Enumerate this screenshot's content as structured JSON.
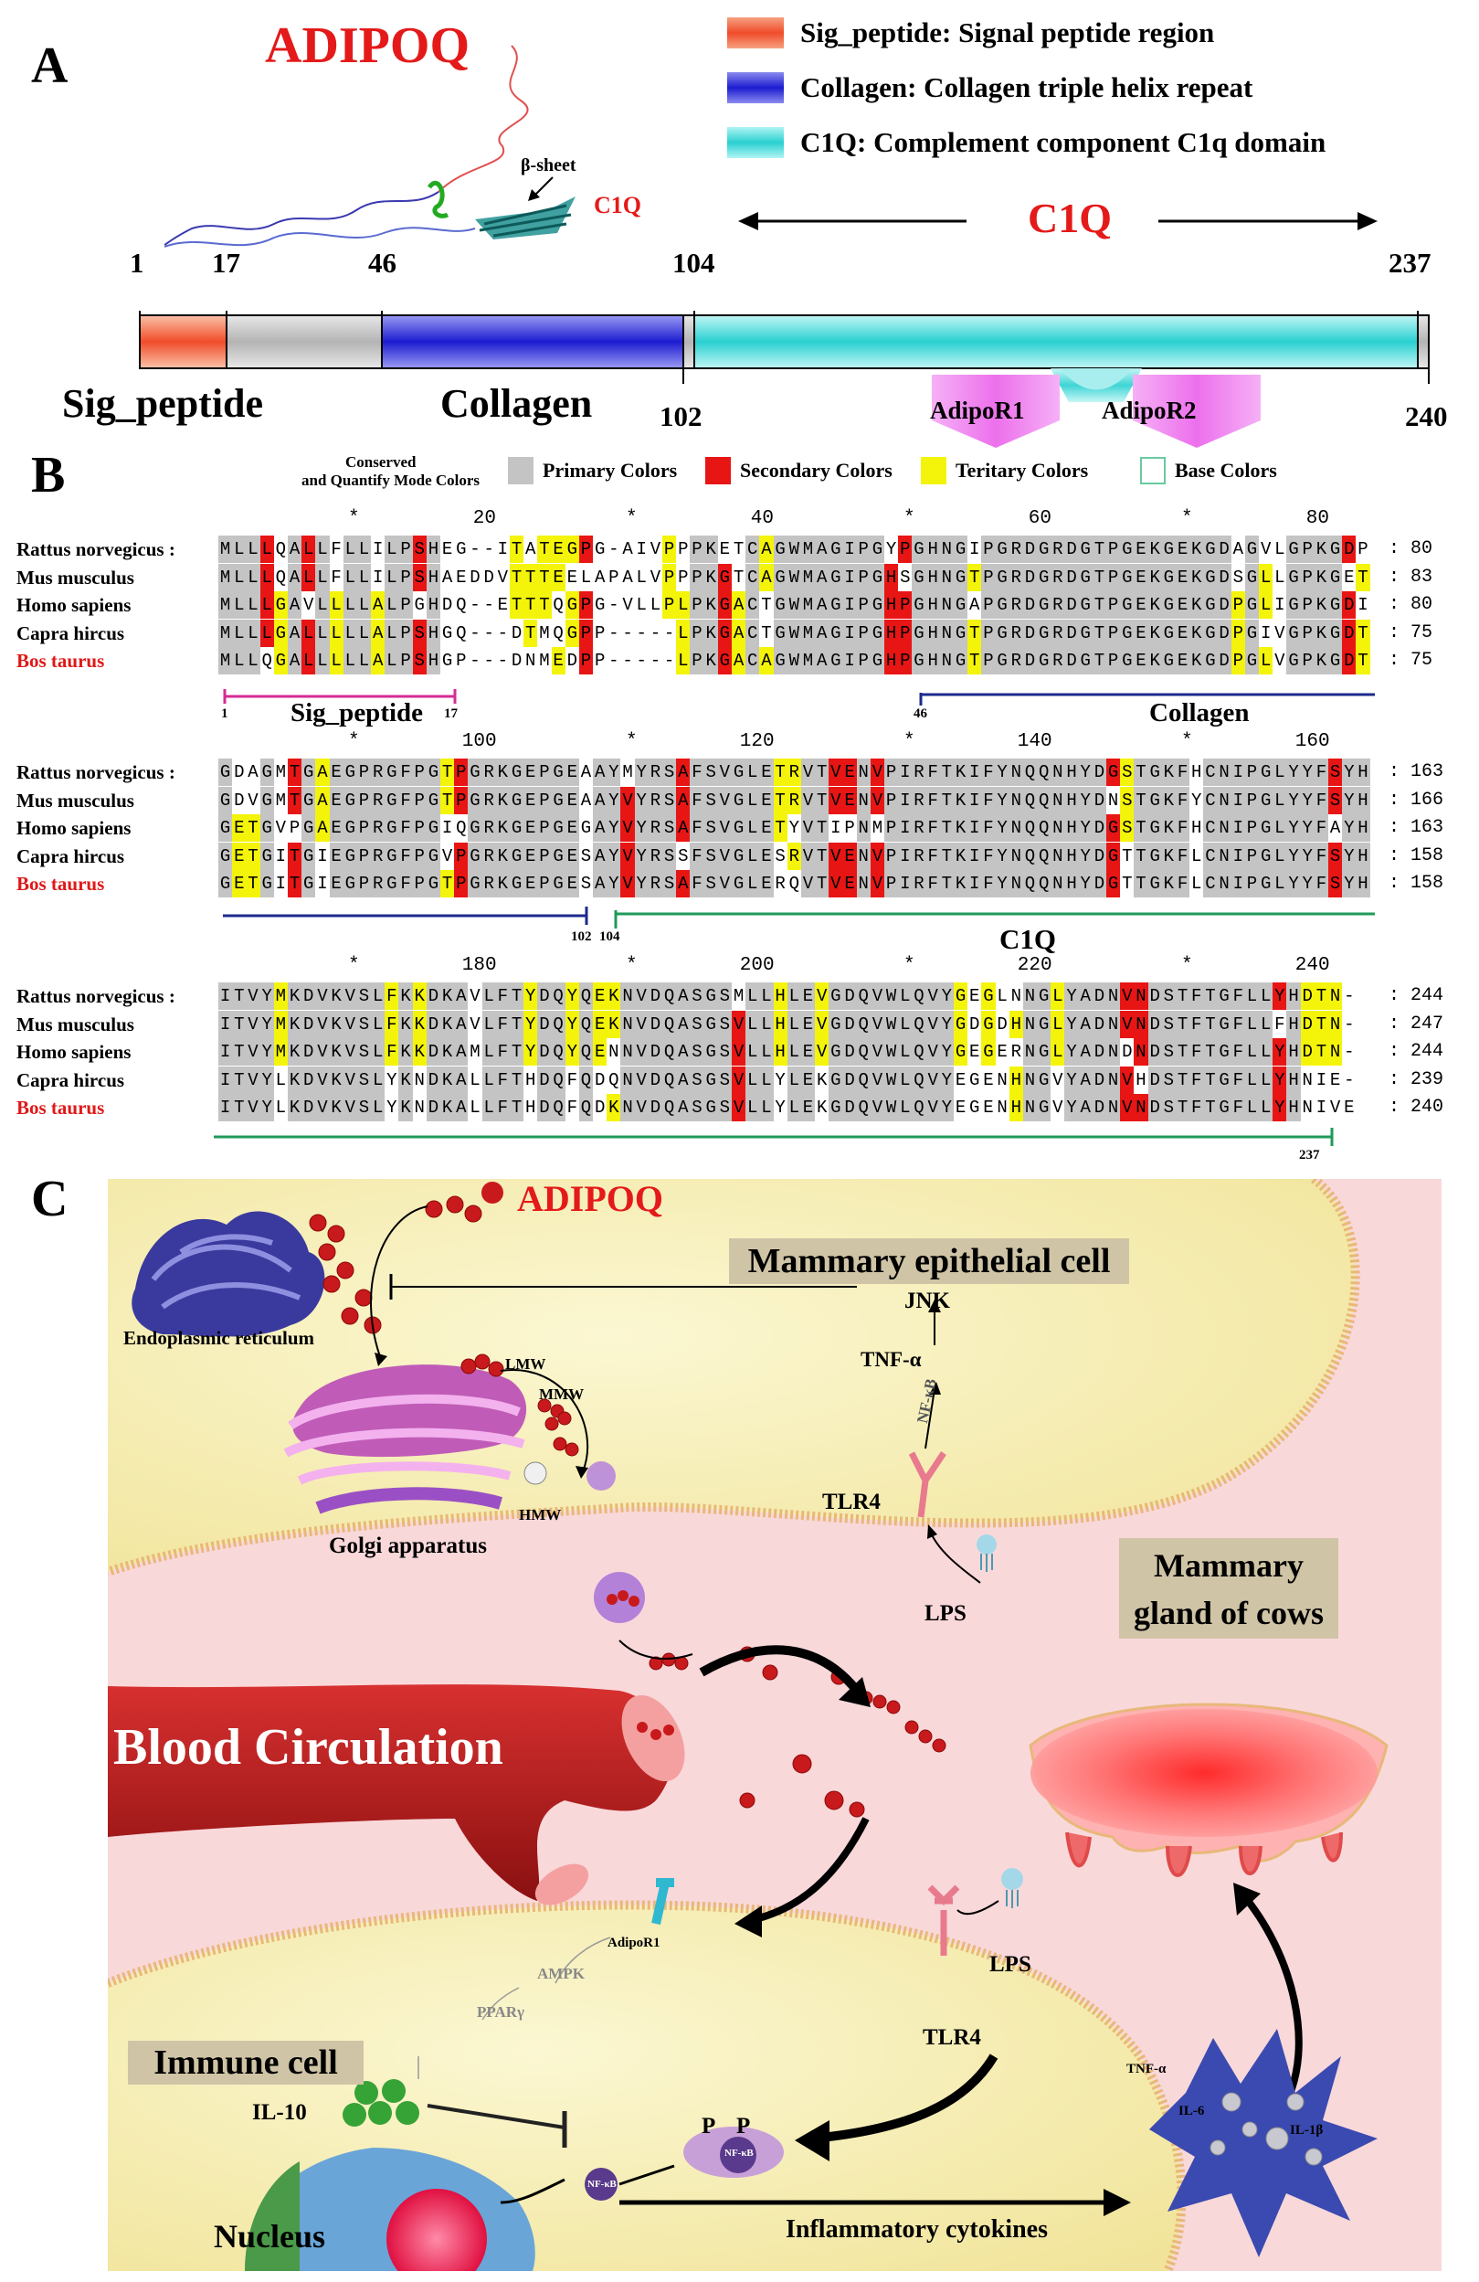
{
  "panelA": {
    "letter": "A",
    "protein_name": "ADIPOQ",
    "beta_sheet_label": "β-sheet",
    "c1q_structure_label": "C1Q",
    "legend": [
      {
        "label": "Sig_peptide: Signal peptide region",
        "color": "#f04c2a"
      },
      {
        "label": "Collagen: Collagen triple helix repeat",
        "color": "#1c1cd0"
      },
      {
        "label": "C1Q: Complement component C1q domain",
        "color": "#2ad0d0"
      }
    ],
    "c1q_arrow_label": "C1Q",
    "positions_top": [
      "1",
      "17",
      "46",
      "104",
      "237"
    ],
    "positions_bottom": [
      "102",
      "240"
    ],
    "domain_labels": {
      "sig": "Sig_peptide",
      "collagen": "Collagen"
    },
    "receptors": [
      "AdipoR1",
      "AdipoR2"
    ],
    "colors": {
      "sig": "#f04c2a",
      "gray": "#c4c4c4",
      "collagen": "#2424cc",
      "c1q": "#30d4d4",
      "receptor": "#f08cf0"
    }
  },
  "panelB": {
    "letter": "B",
    "key_title_1": "Conserved",
    "key_title_2": "and Quantify Mode Colors",
    "key": [
      {
        "label": "Primary Colors",
        "cls": "c-pri"
      },
      {
        "label": "Secondary Colors",
        "cls": "c-sec"
      },
      {
        "label": "Teritary Colors",
        "cls": "c-ter"
      },
      {
        "label": "Base Colors",
        "cls": "c-base"
      }
    ],
    "species": [
      "Rattus norvegicus :",
      "Mus musculus",
      "Homo sapiens",
      "Capra hircus",
      "Bos taurus"
    ],
    "blocks": [
      {
        "ruler": [
          "*",
          "20",
          "*",
          "40",
          "*",
          "60",
          "*",
          "80"
        ],
        "rows": [
          {
            "seq": "MLLLQALLFLLILPSHEG--ITATEGPG-AIVPPPKETCAGWMAGIPGYPGHNGIPGRDGRDGTPGEKGEKGDAGVLGPKGDP",
            "count": ":   80"
          },
          {
            "seq": "MLLLQALLFLLILPSHAEDDVTTTEELAPALVPPPKGTCAGWMAGIPGHSGHNGTPGRDGRDGTPGEKGEKGDSGLLGPKGET",
            "count": ":   83"
          },
          {
            "seq": "MLLLGAVLLLLALPGHDQ--ETTTQGPG-VLLPLPKGACTGWMAGIPGHPGHNGAPGRDGRDGTPGEKGEKGDPGLIGPKGDI",
            "count": ":   80"
          },
          {
            "seq": "MLLLGALLLLLALPSHGQ---DTMQGPP-----LPKGACTGWMAGIPGHPGHNGTPGRDGRDGTPGEKGEKGDPGIVGPKGDT",
            "count": ":   75"
          },
          {
            "seq": "MLLQGALLLLLALPSHGP---DNMEDPP-----LPKGACAGWMAGIPGHPGHNGTPGRDGRDGTPGEKGEKGDPGLVGPKGDT",
            "count": ":   75"
          }
        ]
      },
      {
        "ruler": [
          "*",
          "100",
          "*",
          "120",
          "*",
          "140",
          "*",
          "160"
        ],
        "rows": [
          {
            "seq": "GDAGMTGAEGPRGFPGTPGRKGEPGEAAYMYRSAFSVGLETRVTVENVPIRFTKIFYNQQNHYDGSTGKFHCNIPGLYYFSYH",
            "count": ":  163"
          },
          {
            "seq": "GDVGMTGAEGPRGFPGTPGRKGEPGEAAYVYRSAFSVGLETRVTVENVPIRFTKIFYNQQNHYDNSTGKFYCNIPGLYYFSYH",
            "count": ":  166"
          },
          {
            "seq": "GETGVPGAEGPRGFPGIQGRKGEPGEGAYVYRSAFSVGLETYVTIPNMPIRFTKIFYNQQNHYDGSTGKFHCNIPGLYYFAYH",
            "count": ":  163"
          },
          {
            "seq": "GETGITGIEGPRGFPGVPGRKGEPGESAYVYRSSFSVGLESRVTVENVPIRFTKIFYNQQNHYDGTTGKFLCNIPGLYYFSYH",
            "count": ":  158"
          },
          {
            "seq": "GETGITGIEGPRGFPGTPGRKGEPGESAYVYRSAFSVGLERQVTVENVPIRFTKIFYNQQNHYDGTTGKFLCNIPGLYYFSYH",
            "count": ":  158"
          }
        ]
      },
      {
        "ruler": [
          "*",
          "180",
          "*",
          "200",
          "*",
          "220",
          "*",
          "240"
        ],
        "rows": [
          {
            "seq": "ITVYMKDVKVSLFKKDKAVLFTYDQYQEKNVDQASGSMLLHLEVGDQVWLQVYGEGLNNGLYADNVNDSTFTGFLLYHDTN-",
            "count": ":  244"
          },
          {
            "seq": "ITVYMKDVKVSLFKKDKAVLFTYDQYQEKNVDQASGSVLLHLEVGDQVWLQVYGDGDHNGLYADNVNDSTFTGFLLFHDTN-",
            "count": ":  247"
          },
          {
            "seq": "ITVYMKDVKVSLFKKDKAMLFTYDQYQENNVDQASGSVLLHLEVGDQVWLQVYGEGERNGLYADNDNDSTFTGFLLYHDTN-",
            "count": ":  244"
          },
          {
            "seq": "ITVYLKDVKVSLYKNDKALLFTHDQFQDQNVDQASGSVLLYLEKGDQVWLQVYEGENHNGVYADNVHDSTFTGFLLYHNIE-",
            "count": ":  239"
          },
          {
            "seq": "ITVYLKDVKVSLYKNDKALLFTHDQFQDKNVDQASGSVLLYLEKGDQVWLQVYEGENHNGVYADNVNDSTFTGFLLYHNIVE",
            "count": ":  240"
          }
        ]
      }
    ],
    "brackets": {
      "sig_label": "Sig_peptide",
      "sig_start": "1",
      "sig_end": "17",
      "collagen_label": "Collagen",
      "collagen_start": "46",
      "collagen_end": "102",
      "c1q_start": "104",
      "c1q_label": "C1Q",
      "c1q_end": "237"
    }
  },
  "panelC": {
    "letter": "C",
    "adipoq": "ADIPOQ",
    "epithelial_cell": "Mammary epithelial cell",
    "er": "Endoplasmic reticulum",
    "lmw": "LMW",
    "mmw": "MMW",
    "hmw": "HMW",
    "golgi": "Golgi apparatus",
    "jnk": "JNK",
    "tnf_a": "TNF-α",
    "nfkb": "NF-κB",
    "tlr4_top": "TLR4",
    "lps_top": "LPS",
    "gland": "Mammary gland of cows",
    "blood": "Blood Circulation",
    "adipor1": "AdipoR1",
    "ampk": "AMPK",
    "ppar": "PPARγ",
    "immune_cell": "Immune cell",
    "il10": "IL-10",
    "p1": "P",
    "p2": "P",
    "nfkb_bottom": "NF-κB",
    "nfkb_nucleus": "NF-κB",
    "nucleus": "Nucleus",
    "lps_bottom": "LPS",
    "tlr4_bottom": "TLR4",
    "cytokines": "Inflammatory cytokines",
    "tnf_cyto": "TNF-α",
    "il6": "IL-6",
    "il1b": "IL-1β",
    "colors": {
      "background": "#f9d9d9",
      "cell": "#f5efb4",
      "membrane": "#e8b87a",
      "vessel": "#b41c1c",
      "adipoq_dot": "#c61c1c"
    }
  }
}
